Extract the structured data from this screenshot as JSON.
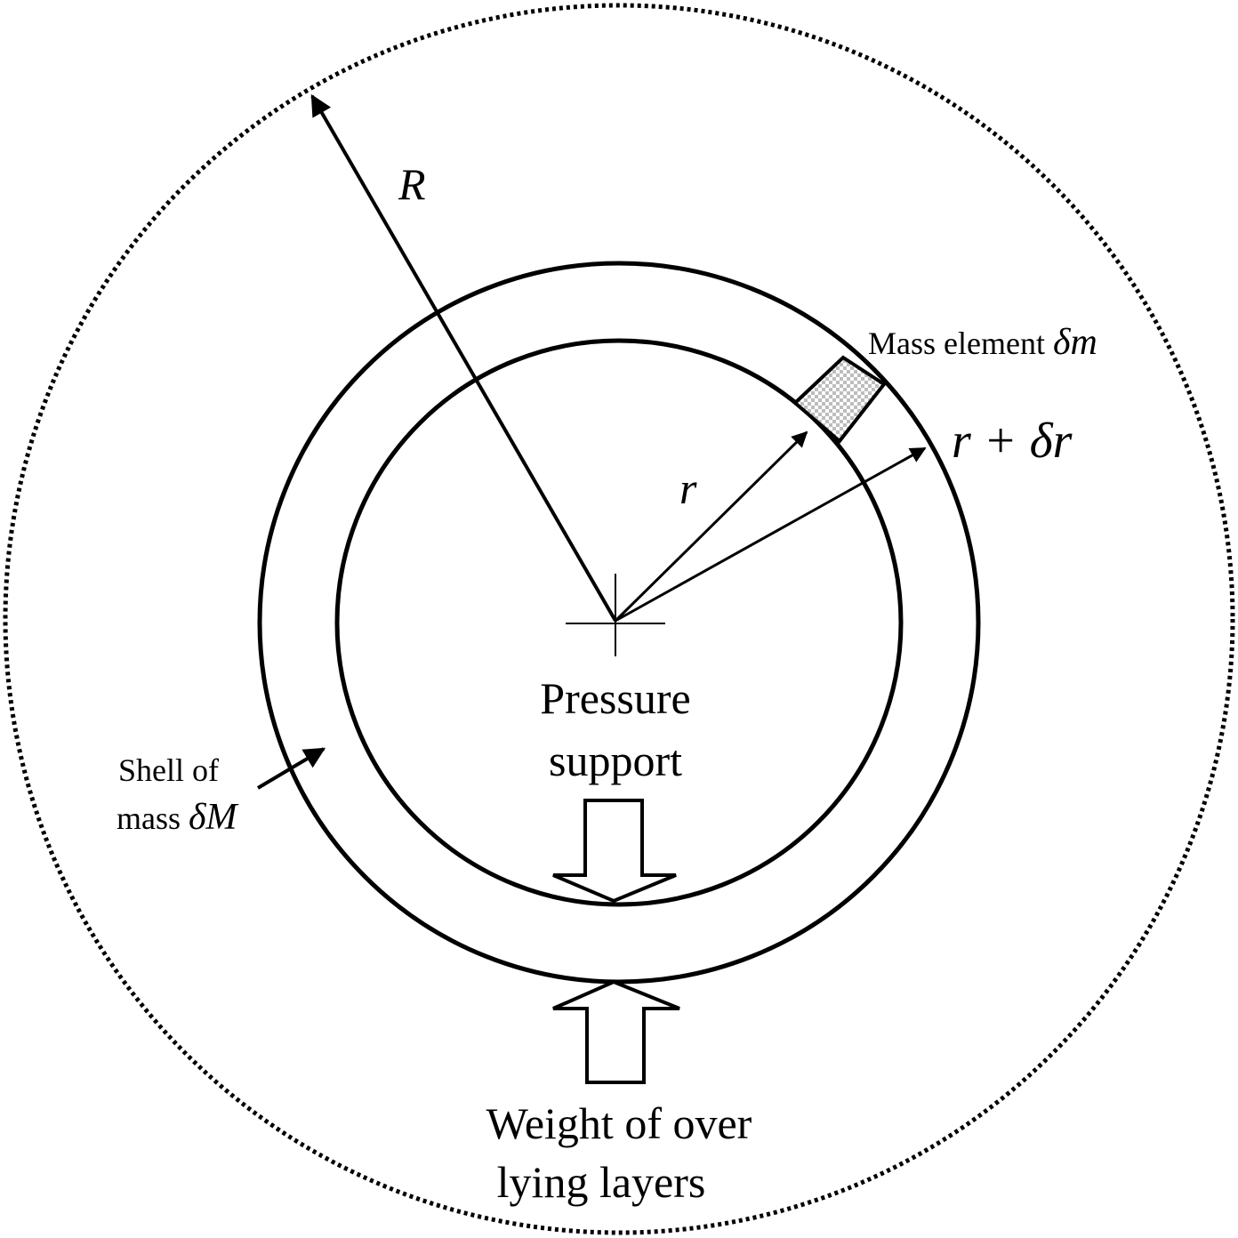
{
  "labels": {
    "outer_radius": "R",
    "inner_radius": "r",
    "shell_radius": "r + δr",
    "mass_element_text": "Mass element ",
    "mass_element_symbol": "δm",
    "pressure_line1": "Pressure",
    "pressure_line2": "support",
    "shell_line1": "Shell of",
    "shell_line2_text": "mass ",
    "shell_line2_symbol": "δM",
    "weight_line1": "Weight of over",
    "weight_line2": "lying layers"
  },
  "colors": {
    "stroke": "#000000",
    "background": "#ffffff",
    "hatch": "#bdbdbd"
  }
}
